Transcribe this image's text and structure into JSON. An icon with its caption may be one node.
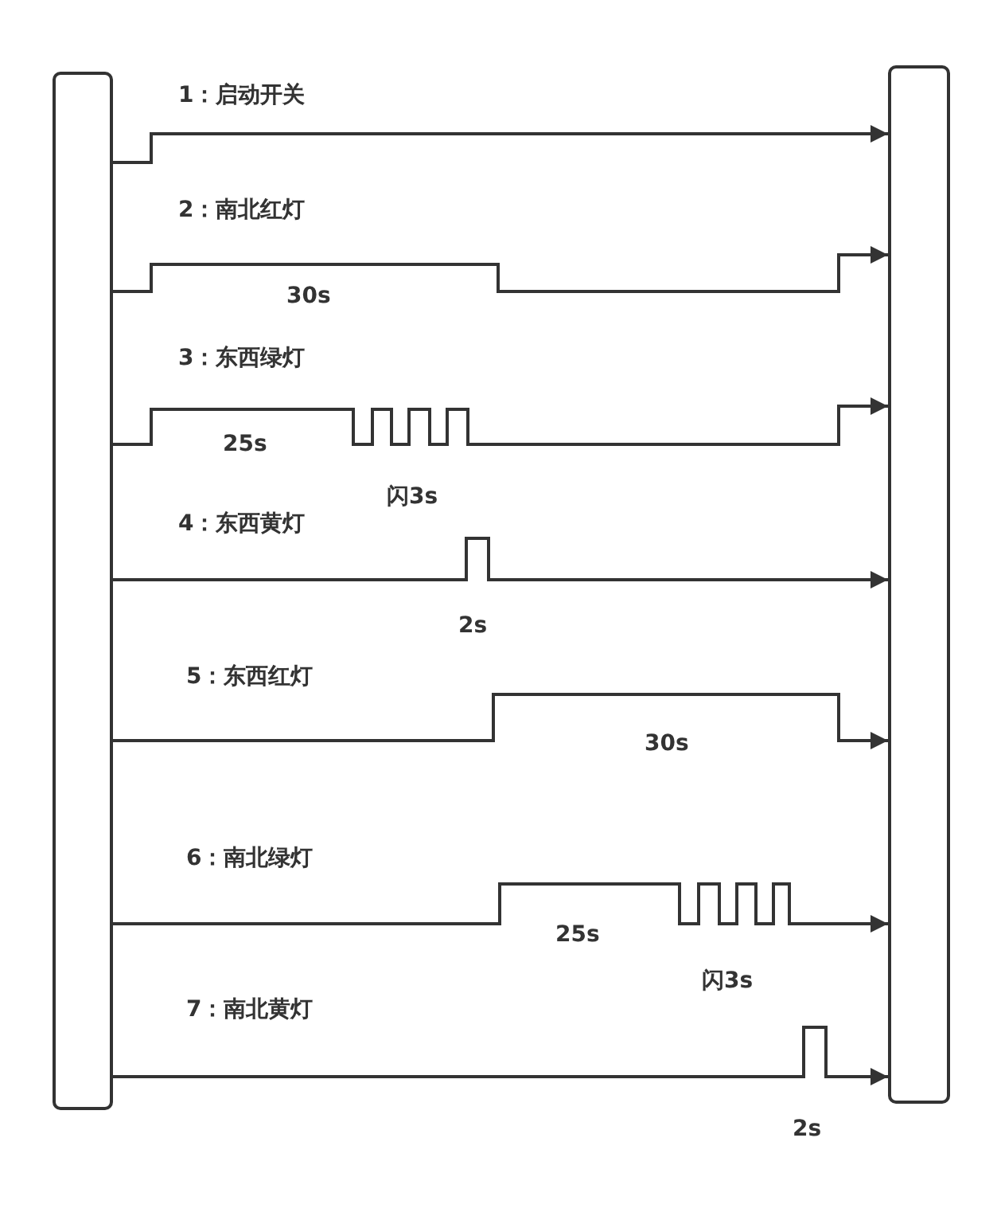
{
  "diagram": {
    "nodes": [
      {
        "text": [],
        "shape": "bar"
      },
      {
        "text": [],
        "shape": "bar"
      }
    ],
    "edges": [
      {
        "from": 0,
        "to": 1,
        "arrow": "to",
        "label": "1：启动开关"
      },
      {
        "from": 0,
        "to": 1,
        "arrow": "to",
        "label": "2：南北红灯"
      },
      {
        "from": 0,
        "to": 1,
        "arrow": "to",
        "label": "3：东西绿灯"
      },
      {
        "from": 0,
        "to": 1,
        "arrow": "to",
        "label": "4：东西黄灯"
      },
      {
        "from": 0,
        "to": 1,
        "arrow": "to",
        "label": "5：东西红灯"
      },
      {
        "from": 0,
        "to": 1,
        "arrow": "to",
        "label": "6：南北绿灯"
      },
      {
        "from": 0,
        "to": 1,
        "arrow": "to",
        "label": "7：南北黄灯"
      }
    ],
    "labels": [
      "30s",
      "25s",
      "闪3s",
      "2s",
      "30s",
      "25s",
      "闪3s",
      "2s"
    ]
  }
}
